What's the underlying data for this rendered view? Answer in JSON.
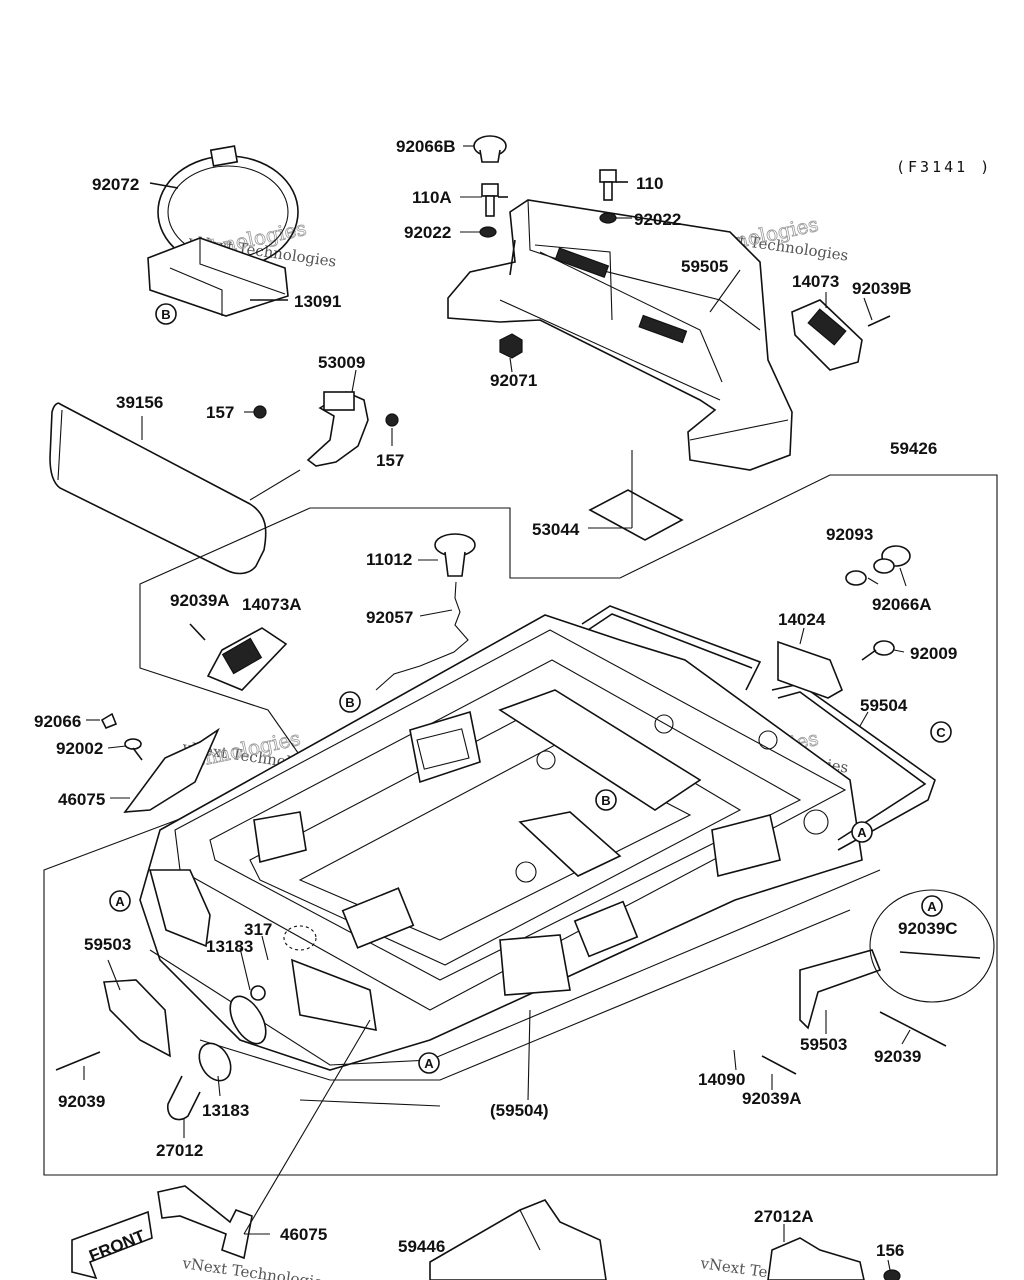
{
  "diagram_code": "(F3141 )",
  "watermark": {
    "brand": "vNext Technologies",
    "outline": "Technologies"
  },
  "part_labels": [
    "92066B",
    "110A",
    "110",
    "92022",
    "92022",
    "92072",
    "13091",
    "59505",
    "14073",
    "92039B",
    "92071",
    "53009",
    "39156",
    "157",
    "157",
    "59426",
    "53044",
    "92093",
    "11012",
    "92066A",
    "92057",
    "92039A",
    "14073A",
    "14024",
    "92009",
    "92066",
    "92002",
    "46075",
    "59504",
    "59503",
    "13183",
    "317",
    "92039C",
    "59503",
    "92039",
    "92039",
    "13183",
    "27012",
    "(59504)",
    "14090",
    "92039A",
    "46075",
    "59446",
    "27012A",
    "156"
  ],
  "callouts": [
    "B",
    "B",
    "B",
    "A",
    "A",
    "A",
    "A",
    "C"
  ],
  "front_arrow": "FRONT"
}
